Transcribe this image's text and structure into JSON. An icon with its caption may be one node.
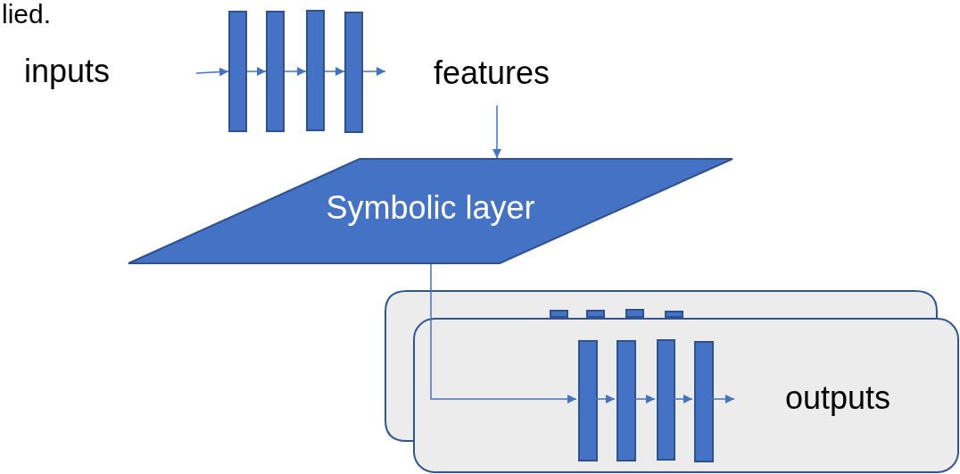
{
  "diagram": {
    "nodes": [
      {
        "text": [],
        "shape": "bar"
      },
      {
        "text": [],
        "shape": "bar"
      },
      {
        "text": [],
        "shape": "bar"
      },
      {
        "text": [],
        "shape": "bar"
      },
      {
        "text": [
          "features"
        ]
      },
      {
        "text": [
          "Symbolic layer"
        ]
      },
      {
        "text": [],
        "shape": "box"
      },
      {
        "text": [],
        "shape": "bar",
        "in": 6
      },
      {
        "text": [],
        "shape": "bar",
        "in": 6
      },
      {
        "text": [],
        "shape": "bar",
        "in": 6
      },
      {
        "text": [],
        "shape": "bar",
        "in": 6
      },
      {
        "text": [
          "outputs"
        ]
      },
      {
        "text": [],
        "shape": "bar",
        "in": 11
      },
      {
        "text": [],
        "shape": "bar",
        "in": 11
      },
      {
        "text": [],
        "shape": "bar",
        "in": 11
      },
      {
        "text": [],
        "shape": "bar",
        "in": 11
      }
    ],
    "edges": [
      {
        "from": null,
        "to": 0,
        "arrow": "to"
      },
      {
        "from": 0,
        "to": 1,
        "arrow": "to"
      },
      {
        "from": 1,
        "to": 2,
        "arrow": "to"
      },
      {
        "from": 2,
        "to": 3,
        "arrow": "to"
      },
      {
        "from": 3,
        "to": null,
        "arrow": "to"
      },
      {
        "from": 4,
        "to": 5,
        "arrow": "to"
      },
      {
        "from": 5,
        "to": 12,
        "arrow": "to"
      },
      {
        "from": 12,
        "to": 13,
        "arrow": "to"
      },
      {
        "from": 13,
        "to": 14,
        "arrow": "to"
      },
      {
        "from": 14,
        "to": 15,
        "arrow": "to"
      },
      {
        "from": 15,
        "to": null,
        "arrow": "to"
      }
    ],
    "labels": [
      "lied.",
      "inputs"
    ]
  }
}
